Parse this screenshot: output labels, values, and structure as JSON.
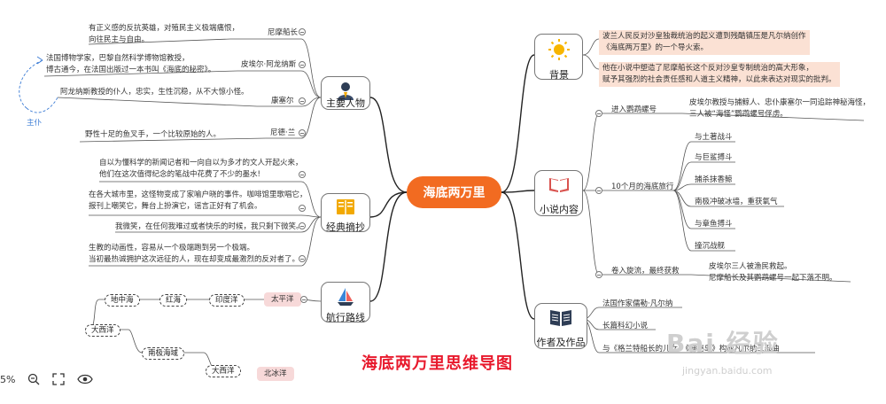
{
  "center": {
    "label": "海底两万里"
  },
  "title": "海底两万里思维导图",
  "watermark": {
    "main": "Bai 经验",
    "sub": "jingyan.baidu.com"
  },
  "toolbar": {
    "zoom": "5%"
  },
  "branches": {
    "characters": {
      "label": "主要人物",
      "items": [
        {
          "name": "尼摩船长",
          "desc": [
            "有正义感的反抗英雄，对殖民主义极端痛恨，",
            "向往民主与自由。"
          ]
        },
        {
          "name": "皮埃尔·阿龙纳斯",
          "desc": [
            "法国博物学家，巴黎自然科学博物馆教授，",
            "博古通今，在法国出版过一本书叫《海底的秘密》。"
          ]
        },
        {
          "name": "康塞尔",
          "desc": [
            "阿龙纳斯教授的仆人，忠实，生性沉稳，从不大惊小怪。"
          ]
        },
        {
          "name": "尼德·兰",
          "desc": [
            "野性十足的鱼叉手，一个比较原始的人。"
          ]
        }
      ],
      "relation_label": "主仆"
    },
    "quotes": {
      "label": "经典摘抄",
      "items": [
        [
          "自以为懂科学的新闻记者和一向自以为多才的文人开起火来，",
          "他们在这次值得纪念的笔战中花费了不少的墨水!"
        ],
        [
          "在各大城市里，这怪物变成了家喻户晓的事件。咖啡馆里歌唱它，",
          "报刊上嘲笑它，舞台上扮演它，谣言正好有了机会。"
        ],
        [
          "我微笑，在任何我难过或者快乐的时候，我只剩下微笑。"
        ],
        [
          "生教的动画性，容易从一个极端跑到另一个极端。",
          "当初最热诚拥护这次远征的人，现在却变成最激烈的反对者了。"
        ]
      ]
    },
    "route": {
      "label": "航行路线",
      "row1": [
        "地中海",
        "红海",
        "印度洋"
      ],
      "row1_end": "太平洋",
      "row2_start": "大西洋",
      "row2_mid": "南极海域",
      "row2_next": "大西洋",
      "row2_end": "北冰洋"
    },
    "background": {
      "label": "背景",
      "items": [
        [
          "波兰人民反对沙皇独裁统治的起义遭到残酷镇压是凡尔纳创作",
          "《海底两万里》的一个导火索。"
        ],
        [
          "他在小说中塑造了尼摩船长这个反对沙皇专制统治的高大形象，",
          "赋予其强烈的社会责任感和人道主义精神，以此来表达对现实的批判。"
        ]
      ]
    },
    "content": {
      "label": "小说内容",
      "part1": {
        "label": "进入鹦鹉螺号",
        "desc": [
          "皮埃尔教授与捕鲸人、忠仆康塞尔一同追踪神秘海怪，",
          "三人被“海怪”鹦鹉螺号俘虏。"
        ]
      },
      "part2": {
        "label": "10个月的海底旅行",
        "items": [
          "与土著战斗",
          "与巨鲨搏斗",
          "捕杀抹香鲸",
          "南极冲破冰墙，重获氧气",
          "与章鱼搏斗",
          "撞沉战舰"
        ]
      },
      "part3": {
        "label": "卷入旋流，最终获救",
        "desc": [
          "皮埃尔三人被渔民救起。",
          "尼摩船长及其鹦鹉螺号一起下落不明。"
        ]
      }
    },
    "author": {
      "label": "作者及作品",
      "items": [
        "法国作家儒勒·凡尔纳",
        "长篇科幻小说",
        "与《格兰特船长的儿女》《神秘岛》构成凡尔纳三部曲"
      ]
    }
  },
  "colors": {
    "center": "#f26b21",
    "highlight": "#fbe1d4",
    "title": "#e8192c",
    "route_highlight": "#f7d9d9",
    "sun": "#f7b500",
    "book": "#f2a900"
  },
  "icons": [
    "person-icon",
    "book-icon",
    "sailboat-icon",
    "sun-icon",
    "reading-icon",
    "open-book-icon",
    "zoom-out-icon",
    "fullscreen-icon",
    "eye-icon"
  ]
}
